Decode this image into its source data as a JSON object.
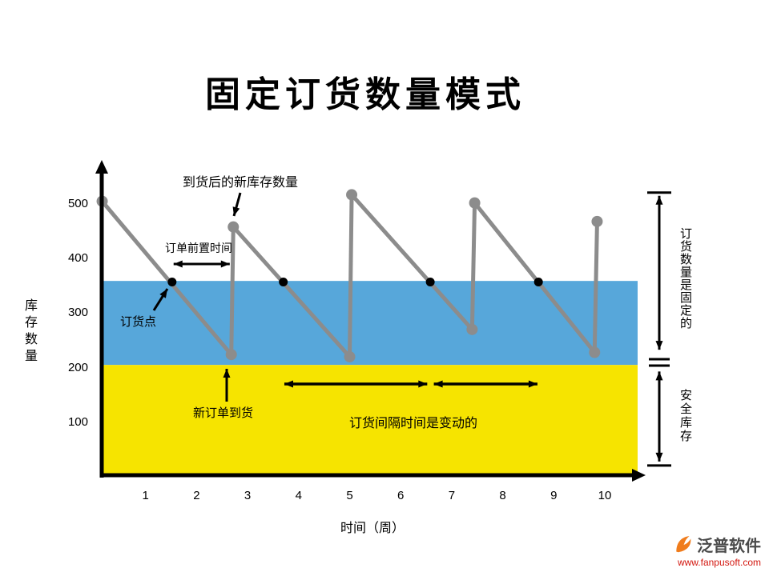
{
  "title": "固定订货数量模式",
  "axes": {
    "y_label": "库存数量",
    "x_label": "时间（周）",
    "y_ticks": [
      500,
      400,
      300,
      200,
      100
    ],
    "x_ticks": [
      1,
      2,
      3,
      4,
      5,
      6,
      7,
      8,
      9,
      10
    ]
  },
  "annotations": {
    "new_stock_after_arrival": "到货后的新库存数量",
    "lead_time": "订单前置时间",
    "reorder_point": "订货点",
    "new_order_arrival": "新订单到货",
    "variable_interval": "订货间隔时间是变动的",
    "fixed_order_quantity": "订货数量是固定的",
    "safety_stock": "安全库存"
  },
  "chart_data": {
    "type": "line",
    "title": "固定订货数量模式",
    "xlabel": "时间（周）",
    "ylabel": "库存数量",
    "xlim": [
      0,
      10.6
    ],
    "ylim": [
      0,
      575
    ],
    "grid": false,
    "legend": "none",
    "bands": [
      {
        "name": "reorder-zone-band",
        "from_value": 205,
        "to_value": 359,
        "color": "#57a7da"
      },
      {
        "name": "safety-stock-band",
        "from_value": 0,
        "to_value": 205,
        "color": "#f6e400"
      }
    ],
    "series": [
      {
        "name": "inventory-level",
        "color": "#8c8c8c",
        "points": [
          {
            "week": 0.15,
            "value": 505
          },
          {
            "week": 2.68,
            "value": 224
          },
          {
            "week": 2.72,
            "value": 458
          },
          {
            "week": 5.0,
            "value": 220
          },
          {
            "week": 5.04,
            "value": 517
          },
          {
            "week": 7.4,
            "value": 270
          },
          {
            "week": 7.45,
            "value": 502
          },
          {
            "week": 9.8,
            "value": 228
          },
          {
            "week": 9.85,
            "value": 468
          }
        ]
      }
    ],
    "reorder_points": {
      "value": 357,
      "weeks": [
        1.52,
        3.7,
        6.58,
        8.7
      ],
      "color": "#000000"
    },
    "lead_time_span_weeks": [
      1.55,
      2.65
    ],
    "interval_spans_weeks": [
      [
        3.72,
        6.52
      ],
      [
        6.65,
        8.68
      ]
    ],
    "order_quantity_bracket_values": [
      515,
      233
    ],
    "safety_stock_bracket_values": [
      193,
      28
    ]
  },
  "logo": {
    "name": "泛普软件",
    "url": "www.fanpusoft.com",
    "icon_color": "#f07c1c",
    "url_color": "#d3170f"
  }
}
